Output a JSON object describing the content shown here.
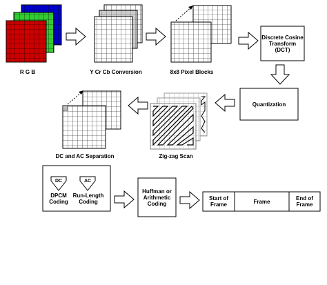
{
  "labels": {
    "rgb": "R G B",
    "ycrcb": "Y Cr Cb Conversion",
    "blocks": "8x8 Pixel Blocks",
    "dct": "Discrete Cosine Transform (DCT)",
    "quantization": "Quantization",
    "zigzag": "Zig-zag Scan",
    "dcac": "DC and AC Separation",
    "dc_tag": "DC",
    "ac_tag": "AC",
    "dpcm": "DPCM Coding",
    "rle": "Run-Length Coding",
    "huffman": "Huffman or Arithmetic Coding",
    "start_frame": "Start of Frame",
    "frame": "Frame",
    "end_frame": "End of Frame"
  },
  "colors": {
    "red": "#cc0000",
    "green": "#33cc33",
    "blue": "#0000cc",
    "gray": "#bfbfbf",
    "line": "#000000"
  }
}
